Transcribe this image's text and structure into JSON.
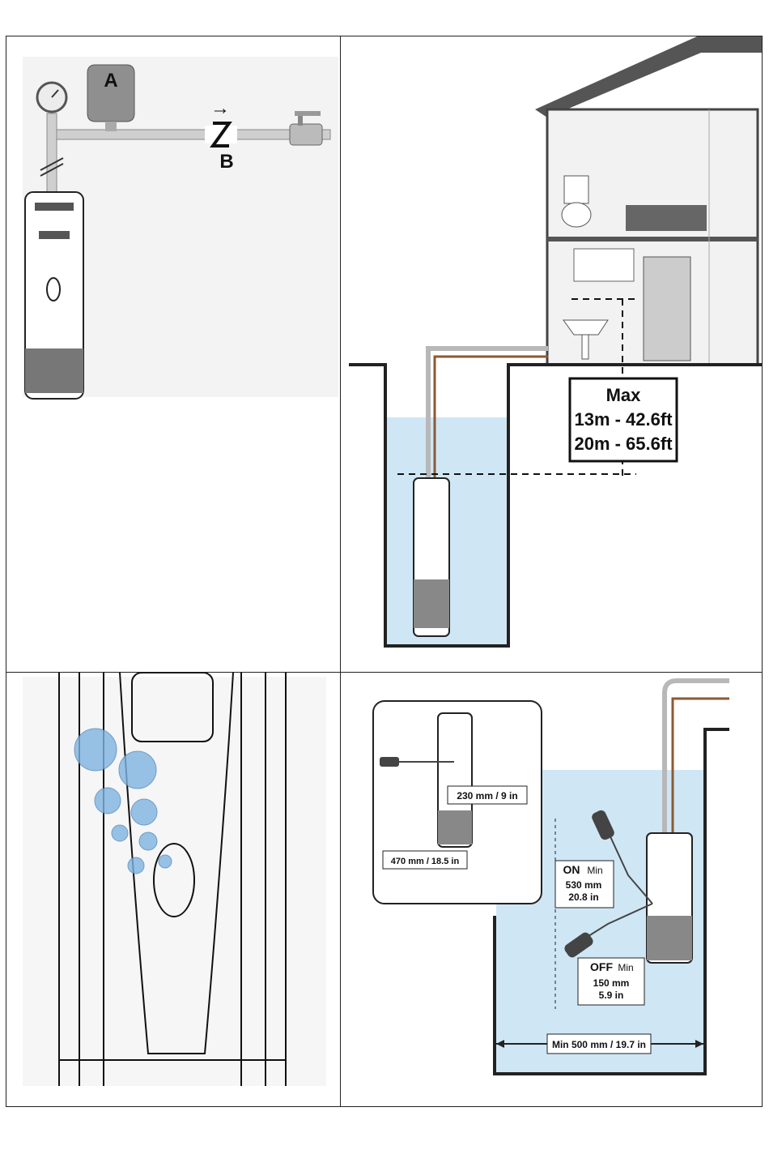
{
  "panel_tl": {
    "label_a": "A",
    "label_b": "B",
    "arrow": "→"
  },
  "panel_tr": {
    "max_title": "Max",
    "max_line1": "13m - 42.6ft",
    "max_line2": "20m - 65.6ft"
  },
  "panel_br": {
    "inset_dim1": "230 mm / 9 in",
    "inset_dim2": "470 mm / 18.5 in",
    "on_title": "ON",
    "on_min": "Min",
    "on_mm": "530 mm",
    "on_in": "20.8 in",
    "off_title": "OFF",
    "off_min": "Min",
    "off_mm": "150 mm",
    "off_in": "5.9 in",
    "min_width": "Min 500 mm / 19.7 in"
  },
  "colors": {
    "water": "#cfe6f5",
    "pipe_brown": "#8a5a35",
    "pipe_grey": "#b8b8b8",
    "wall": "#333333"
  }
}
